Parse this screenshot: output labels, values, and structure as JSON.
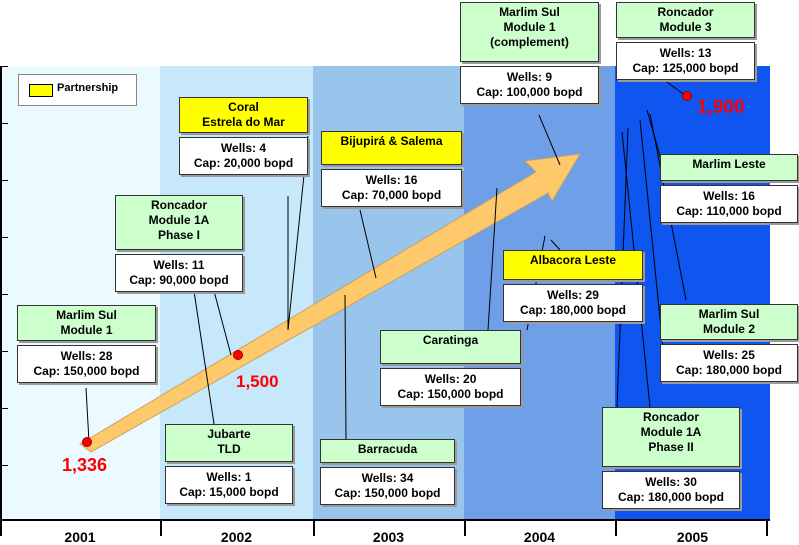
{
  "legend": {
    "label": "Partnership",
    "swatch_color": "#ffff00"
  },
  "years": [
    "2001",
    "2002",
    "2003",
    "2004",
    "2005"
  ],
  "band_colors": [
    "#ebfaff",
    "#c7e8fa",
    "#99c4ec",
    "#6f9fe6",
    "#0f55f0"
  ],
  "markers": [
    {
      "value": "1,336"
    },
    {
      "value": "1,500"
    },
    {
      "value": "1,900"
    }
  ],
  "projects": [
    {
      "name": [
        "Marlim Sul",
        "Module 1"
      ],
      "wells": "Wells: 28",
      "cap": "Cap: 150,000 bopd",
      "partnership": false
    },
    {
      "name": [
        "Jubarte",
        "TLD"
      ],
      "wells": "Wells: 1",
      "cap": "Cap: 15,000 bopd",
      "partnership": false
    },
    {
      "name": [
        "Roncador",
        "Module 1A",
        "Phase I"
      ],
      "wells": "Wells: 11",
      "cap": "Cap: 90,000 bopd",
      "partnership": false
    },
    {
      "name": [
        "Coral",
        "Estrela do Mar"
      ],
      "wells": "Wells: 4",
      "cap": "Cap: 20,000 bopd",
      "partnership": true
    },
    {
      "name": [
        "Bijupirá & Salema"
      ],
      "wells": "Wells: 16",
      "cap": "Cap: 70,000 bopd",
      "partnership": true
    },
    {
      "name": [
        "Barracuda"
      ],
      "wells": "Wells: 34",
      "cap": "Cap: 150,000 bopd",
      "partnership": false
    },
    {
      "name": [
        "Caratinga"
      ],
      "wells": "Wells: 20",
      "cap": "Cap: 150,000 bopd",
      "partnership": false
    },
    {
      "name": [
        "Marlim Sul",
        "Module 1",
        "(complement)"
      ],
      "wells": "Wells: 9",
      "cap": "Cap: 100,000 bopd",
      "partnership": false
    },
    {
      "name": [
        "Albacora Leste"
      ],
      "wells": "Wells: 29",
      "cap": "Cap: 180,000 bopd",
      "partnership": true
    },
    {
      "name": [
        "Roncador",
        "Module 3"
      ],
      "wells": "Wells: 13",
      "cap": "Cap: 125,000 bopd",
      "partnership": false
    },
    {
      "name": [
        "Marlim Leste"
      ],
      "wells": "Wells: 16",
      "cap": "Cap: 110,000 bopd",
      "partnership": false
    },
    {
      "name": [
        "Marlim Sul",
        "Module 2"
      ],
      "wells": "Wells: 25",
      "cap": "Cap: 180,000 bopd",
      "partnership": false
    },
    {
      "name": [
        "Roncador",
        "Module 1A",
        "Phase II"
      ],
      "wells": "Wells: 30",
      "cap": "Cap: 180,000 bopd",
      "partnership": false
    }
  ]
}
